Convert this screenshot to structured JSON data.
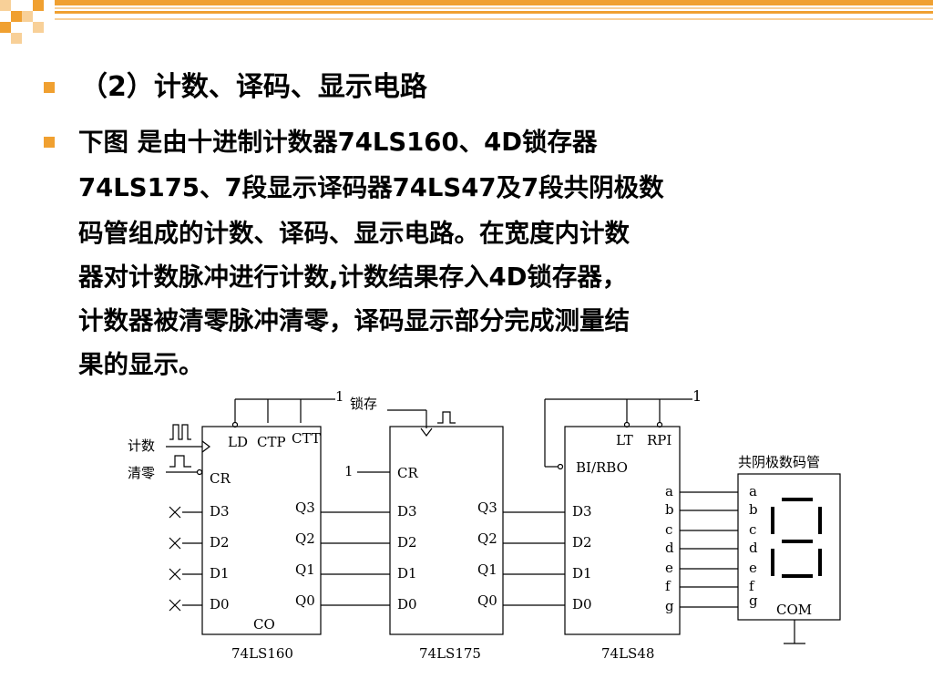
{
  "heading": "（2）计数、译码、显示电路",
  "paragraph_lines": [
    "        下图 是由十进制计数器74LS160、4D锁存器",
    "74LS175、7段显示译码器74LS47及7段共阴极数",
    "码管组成的计数、译码、显示电路。在宽度内计数",
    "器对计数脉冲进行计数,计数结果存入4D锁存器，",
    "计数器被清零脉冲清零，译码显示部分完成测量结",
    "果的显示。"
  ],
  "diagram": {
    "input_count": "计数",
    "input_clear": "清零",
    "latch_label": "锁存",
    "one_a": "1",
    "one_b": "1",
    "one_c": "1",
    "chip1": {
      "name": "74LS160",
      "ld": "LD",
      "ctp": "CTP",
      "ctt": "CTT",
      "cr": "CR",
      "d3": "D3",
      "d2": "D2",
      "d1": "D1",
      "d0": "D0",
      "q3": "Q3",
      "q2": "Q2",
      "q1": "Q1",
      "q0": "Q0",
      "co": "CO"
    },
    "chip2": {
      "name": "74LS175",
      "cr": "CR",
      "d3": "D3",
      "d2": "D2",
      "d1": "D1",
      "d0": "D0",
      "q3": "Q3",
      "q2": "Q2",
      "q1": "Q1",
      "q0": "Q0"
    },
    "chip3": {
      "name": "74LS48",
      "lt": "LT",
      "rpi": "RPI",
      "bi": "BI/RBO",
      "d3": "D3",
      "d2": "D2",
      "d1": "D1",
      "d0": "D0",
      "a": "a",
      "b": "b",
      "c": "c",
      "d": "d",
      "e": "e",
      "f": "f",
      "g": "g"
    },
    "display": {
      "title": "共阴极数码管",
      "a": "a",
      "b": "b",
      "c": "c",
      "d": "d",
      "e": "e",
      "f": "f",
      "g": "g",
      "com": "COM"
    }
  },
  "colors": {
    "accent": "#f0a030",
    "accent_light": "#f8d098"
  }
}
